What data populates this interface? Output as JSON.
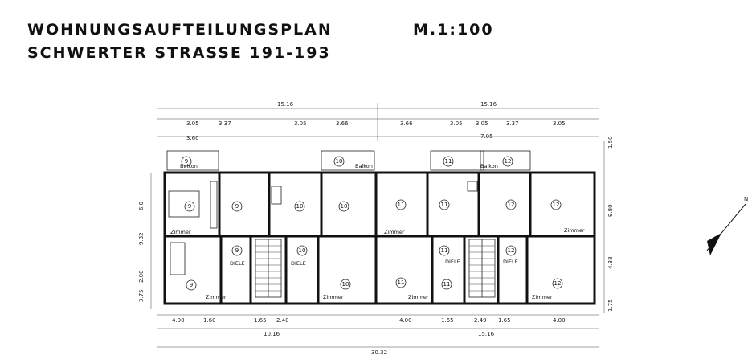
{
  "header": {
    "title": "WOHNUNGSAUFTEILUNGSPLAN",
    "scale": "M.1:100",
    "subtitle": "SCHWERTER STRASSE 191-193"
  },
  "dimensions": {
    "top_total_left": "15.16",
    "top_total_right": "15.16",
    "top_row": [
      "3.05",
      "3.37",
      "3.05",
      "3.66",
      "3.66",
      "3.05",
      "3.05",
      "3.37",
      "3.05"
    ],
    "left_sub": "3.60",
    "right_sub": "7.05",
    "bottom_row": [
      "4.00",
      "1.60",
      "1.65",
      "2.40",
      "4.00",
      "1.65",
      "2.49",
      "1.65",
      "4.00"
    ],
    "bottom_left_total": "10.16",
    "bottom_right_total": "15.16",
    "bottom_overall": "30.32",
    "side_left": [
      "6.0",
      "9.82",
      "2.00",
      "3.75"
    ],
    "side_right": [
      "1.50",
      "9.80",
      "4.38",
      "1.75"
    ]
  },
  "labels": {
    "balkon": "Balkon",
    "zimmer": "Zimmer",
    "diele": "DIELE"
  },
  "apartments": {
    "balcony_top": [
      "9",
      "10",
      "11",
      "12"
    ],
    "rooms_top": [
      "9",
      "9",
      "10",
      "10",
      "11",
      "11",
      "12",
      "12"
    ],
    "rooms_bottom": [
      "9",
      "9",
      "10",
      "10",
      "11",
      "11",
      "11",
      "12",
      "12"
    ]
  },
  "north_arrow_label": "N"
}
